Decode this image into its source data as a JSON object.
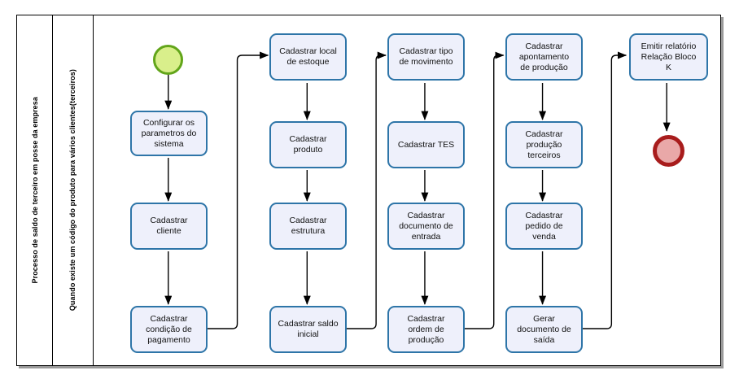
{
  "diagram": {
    "title": "Processo de saldo de terceiro em posse da empresa",
    "type": "bpmn-flowchart",
    "colors": {
      "task_fill": "#eef0fb",
      "task_border": "#2e75a8",
      "start_fill": "#d9ef8b",
      "start_border": "#62a51a",
      "end_fill": "#e9a8a8",
      "end_border": "#a81c1c",
      "connector": "#000000",
      "frame": "#000000"
    }
  },
  "lanes": [
    {
      "id": "lane-process",
      "label": "Processo de saldo de terceiro em posse da empresa"
    },
    {
      "id": "lane-condition",
      "label": "Quando existe um código do produto para vários clientes(terceiros)"
    }
  ],
  "events": {
    "start": {
      "name": "start-event",
      "label": ""
    },
    "end": {
      "name": "end-event",
      "label": ""
    }
  },
  "columns": [
    {
      "id": "column-1",
      "tasks": [
        {
          "id": "task-configurar-parametros",
          "label": "Configurar os\nparametros do\nsistema"
        },
        {
          "id": "task-cadastrar-cliente",
          "label": "Cadastrar\ncliente"
        },
        {
          "id": "task-cadastrar-condicao-pagamento",
          "label": "Cadastrar\ncondição de\npagamento"
        }
      ]
    },
    {
      "id": "column-2",
      "tasks": [
        {
          "id": "task-cadastrar-local-estoque",
          "label": "Cadastrar local\nde estoque"
        },
        {
          "id": "task-cadastrar-produto",
          "label": "Cadastrar\nproduto"
        },
        {
          "id": "task-cadastrar-estrutura",
          "label": "Cadastrar\nestrutura"
        },
        {
          "id": "task-cadastrar-saldo-inicial",
          "label": "Cadastrar saldo\ninicial"
        }
      ]
    },
    {
      "id": "column-3",
      "tasks": [
        {
          "id": "task-cadastrar-tipo-movimento",
          "label": "Cadastrar tipo\nde movimento"
        },
        {
          "id": "task-cadastrar-tes",
          "label": "Cadastrar TES"
        },
        {
          "id": "task-cadastrar-documento-entrada",
          "label": "Cadastrar\ndocumento de\nentrada"
        },
        {
          "id": "task-cadastrar-ordem-producao",
          "label": "Cadastrar\nordem de\nprodução"
        }
      ]
    },
    {
      "id": "column-4",
      "tasks": [
        {
          "id": "task-cadastrar-apontamento-producao",
          "label": "Cadastrar\napontamento\nde produção"
        },
        {
          "id": "task-cadastrar-producao-terceiros",
          "label": "Cadastrar\nprodução\nterceiros"
        },
        {
          "id": "task-cadastrar-pedido-venda",
          "label": "Cadastrar\npedido de\nvenda"
        },
        {
          "id": "task-gerar-documento-saida",
          "label": "Gerar\ndocumento de\nsaída"
        }
      ]
    },
    {
      "id": "column-5",
      "tasks": [
        {
          "id": "task-emitir-relatorio-bloco-k",
          "label": "Emitir relatório\nRelação Bloco\nK"
        }
      ]
    }
  ]
}
